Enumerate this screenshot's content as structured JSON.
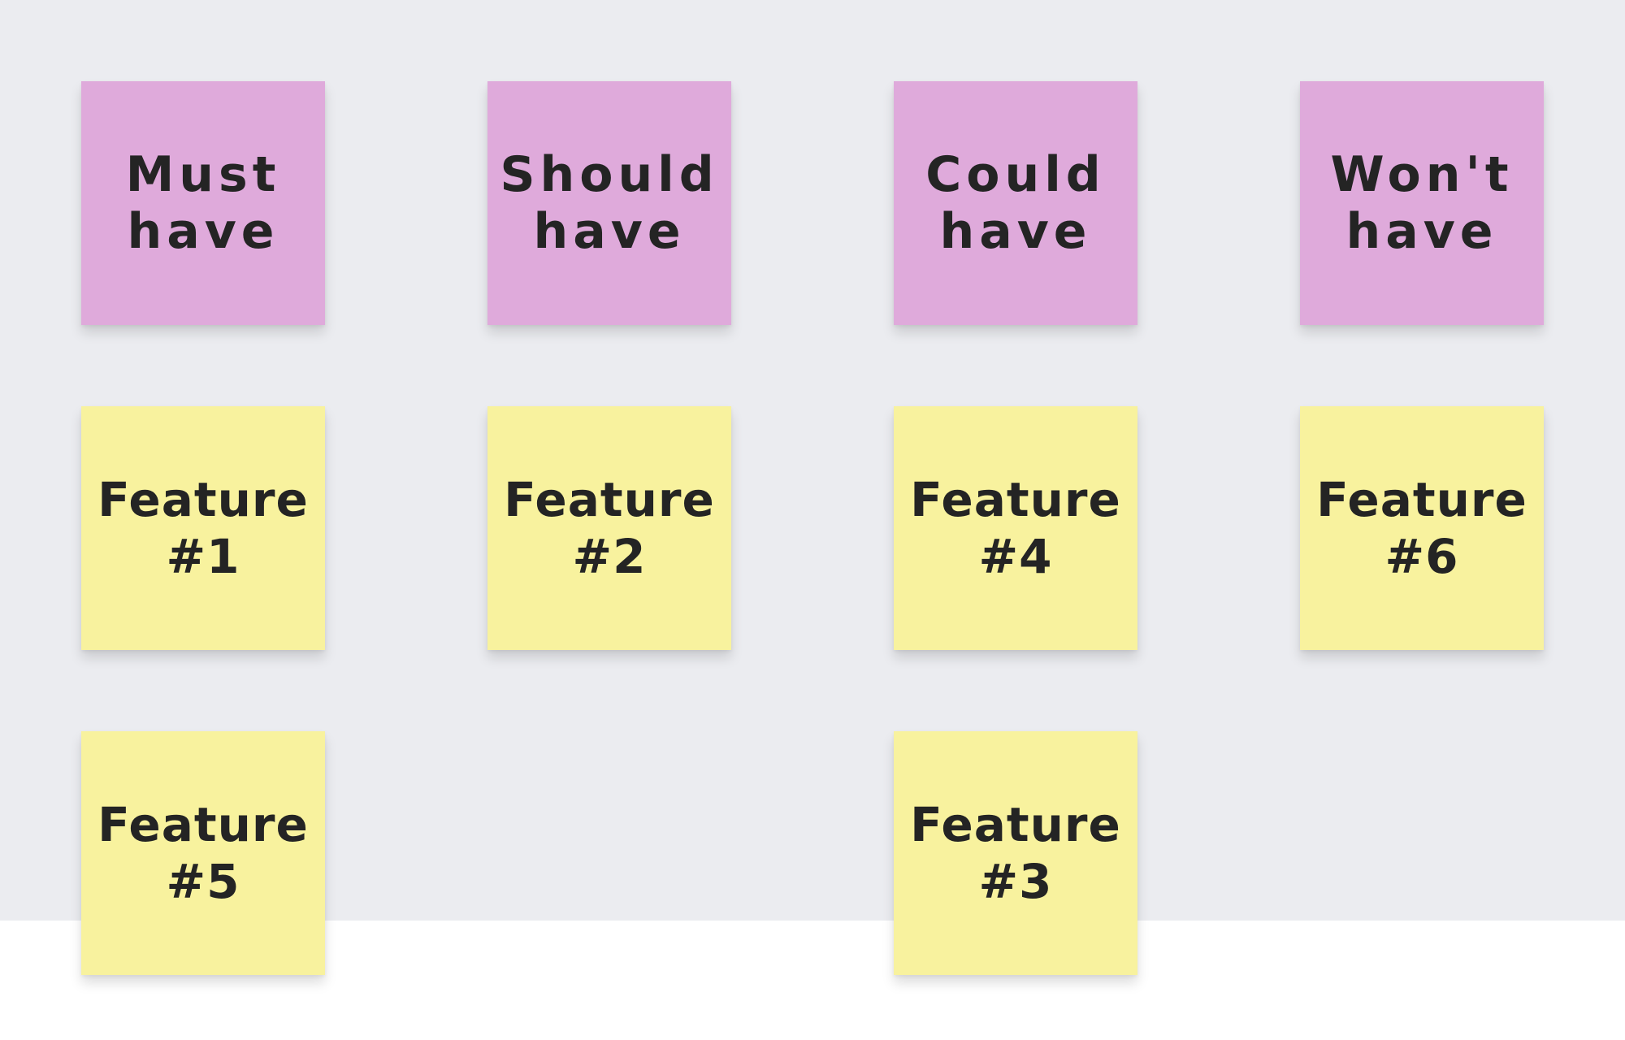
{
  "colors": {
    "header_note": "#dfaadb",
    "feature_note": "#f8f29e",
    "board_background": "#ebecf0",
    "text": "#242424"
  },
  "headers": [
    {
      "label": "Must\nhave"
    },
    {
      "label": "Should\nhave"
    },
    {
      "label": "Could\nhave"
    },
    {
      "label": "Won't\nhave"
    }
  ],
  "features": {
    "must": [
      "Feature\n#1",
      "Feature\n#5"
    ],
    "should": [
      "Feature\n#2"
    ],
    "could": [
      "Feature\n#4",
      "Feature\n#3"
    ],
    "wont": [
      "Feature\n#6"
    ]
  }
}
